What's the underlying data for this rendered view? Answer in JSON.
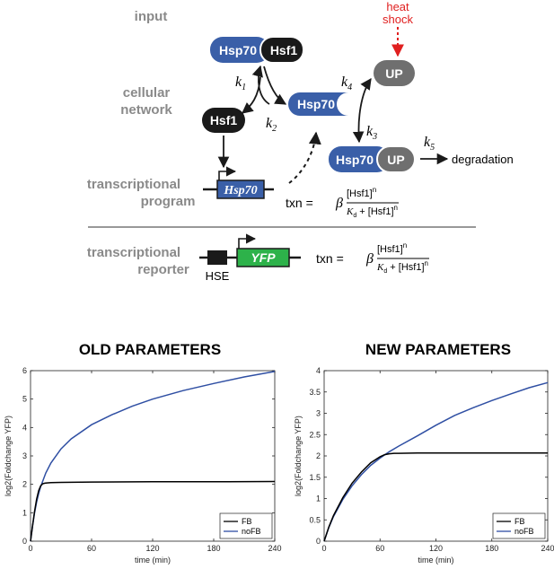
{
  "diagram": {
    "row_labels": {
      "input": "input",
      "cellular_network": [
        "cellular",
        "network"
      ],
      "transcriptional_program": [
        "transcriptional",
        "program"
      ],
      "transcriptional_reporter": [
        "transcriptional",
        "reporter"
      ]
    },
    "heat_shock": [
      "heat",
      "shock"
    ],
    "nodes": {
      "hsp70_hsf1": [
        "Hsp70",
        "Hsf1"
      ],
      "hsf1": "Hsf1",
      "hsp70": "Hsp70",
      "up": "UP",
      "hsp70_up": [
        "Hsp70",
        "UP"
      ]
    },
    "rates": {
      "k1": "k",
      "k1_sub": "1",
      "k2": "k",
      "k2_sub": "2",
      "k3": "k",
      "k3_sub": "3",
      "k4": "k",
      "k4_sub": "4",
      "k5": "k",
      "k5_sub": "5"
    },
    "degradation": "degradation",
    "genes": {
      "hsp70": "Hsp70",
      "yfp": "YFP",
      "hse": "HSE"
    },
    "equation": {
      "lhs": "txn =",
      "beta": "β",
      "numerator": "[Hsf1]",
      "exp": "n",
      "kd": "K",
      "kd_sub": "d",
      "kd_sup": "n",
      "plus": " + [Hsf1]"
    },
    "colors": {
      "blue": "#3a5fa8",
      "black": "#1a1a1a",
      "gray": "#6f6f6f",
      "green": "#2db24a",
      "red": "#e02020"
    }
  },
  "chart_data": [
    {
      "type": "line",
      "title": "OLD PARAMETERS",
      "xlabel": "time (min)",
      "ylabel": "log2(Foldchange YFP)",
      "xlim": [
        0,
        240
      ],
      "ylim": [
        0,
        6
      ],
      "xticks": [
        0,
        60,
        120,
        180,
        240
      ],
      "yticks": [
        0,
        1,
        2,
        3,
        4,
        5,
        6
      ],
      "legend_position": "bottom-right",
      "series": [
        {
          "name": "FB",
          "color": "#000000",
          "x": [
            0,
            2,
            4,
            6,
            8,
            10,
            12,
            14,
            16,
            20,
            30,
            60,
            120,
            180,
            240
          ],
          "y": [
            0,
            0.55,
            1.05,
            1.48,
            1.78,
            1.95,
            2.02,
            2.04,
            2.05,
            2.06,
            2.07,
            2.08,
            2.09,
            2.09,
            2.1
          ]
        },
        {
          "name": "noFB",
          "color": "#2f4fa3",
          "x": [
            0,
            2,
            4,
            6,
            8,
            10,
            15,
            20,
            30,
            40,
            60,
            80,
            100,
            120,
            150,
            180,
            210,
            240
          ],
          "y": [
            0,
            0.55,
            1.0,
            1.38,
            1.68,
            1.92,
            2.4,
            2.75,
            3.25,
            3.6,
            4.1,
            4.45,
            4.75,
            5.0,
            5.3,
            5.55,
            5.78,
            5.97
          ]
        }
      ]
    },
    {
      "type": "line",
      "title": "NEW PARAMETERS",
      "xlabel": "time (min)",
      "ylabel": "log2(Foldchange YFP)",
      "xlim": [
        0,
        240
      ],
      "ylim": [
        0,
        4
      ],
      "xticks": [
        0,
        60,
        120,
        180,
        240
      ],
      "yticks": [
        0,
        0.5,
        1,
        1.5,
        2,
        2.5,
        3,
        3.5,
        4
      ],
      "legend_position": "bottom-right",
      "series": [
        {
          "name": "FB",
          "color": "#000000",
          "x": [
            0,
            5,
            10,
            20,
            30,
            40,
            50,
            60,
            65,
            70,
            75,
            80,
            100,
            150,
            200,
            240
          ],
          "y": [
            0,
            0.33,
            0.6,
            1.02,
            1.36,
            1.62,
            1.84,
            1.98,
            2.03,
            2.05,
            2.06,
            2.06,
            2.07,
            2.07,
            2.07,
            2.07
          ]
        },
        {
          "name": "noFB",
          "color": "#2f4fa3",
          "x": [
            0,
            5,
            10,
            20,
            30,
            40,
            50,
            60,
            70,
            80,
            100,
            120,
            140,
            160,
            180,
            200,
            220,
            240
          ],
          "y": [
            0,
            0.32,
            0.58,
            0.98,
            1.3,
            1.56,
            1.78,
            1.95,
            2.1,
            2.23,
            2.47,
            2.72,
            2.95,
            3.13,
            3.3,
            3.45,
            3.6,
            3.72
          ]
        }
      ]
    }
  ]
}
